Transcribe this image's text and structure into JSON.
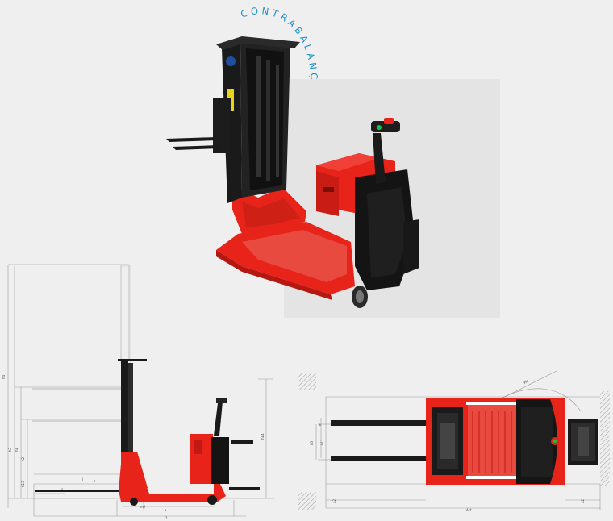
{
  "header": {
    "arc_title": "CONTRABALANÇADA"
  },
  "colors": {
    "background": "#efefef",
    "panel": "#e4e4e4",
    "brand_red": "#e8231a",
    "dark": "#1a1a1a",
    "arc_text": "#1e90c8"
  },
  "side_view": {
    "dims": {
      "h4": "h4",
      "h3": "h3",
      "h1": "h1",
      "h2": "h2",
      "h13": "h13",
      "h14": "h14",
      "l1": "l",
      "l2": "c",
      "s": "s",
      "x": "x",
      "l_total": "l1",
      "m2": "m2"
    }
  },
  "top_view": {
    "dims": {
      "wa": "Wa",
      "b5": "b5",
      "b11": "b11",
      "a2_left": "a2",
      "a2_right": "a2",
      "ast": "Ast",
      "e": "e"
    }
  },
  "icons": {
    "machine_photo": "forklift-photo",
    "side_drawing": "side-view-drawing",
    "top_drawing": "top-view-drawing",
    "wall_hatch": "hatch-wall-icon"
  }
}
